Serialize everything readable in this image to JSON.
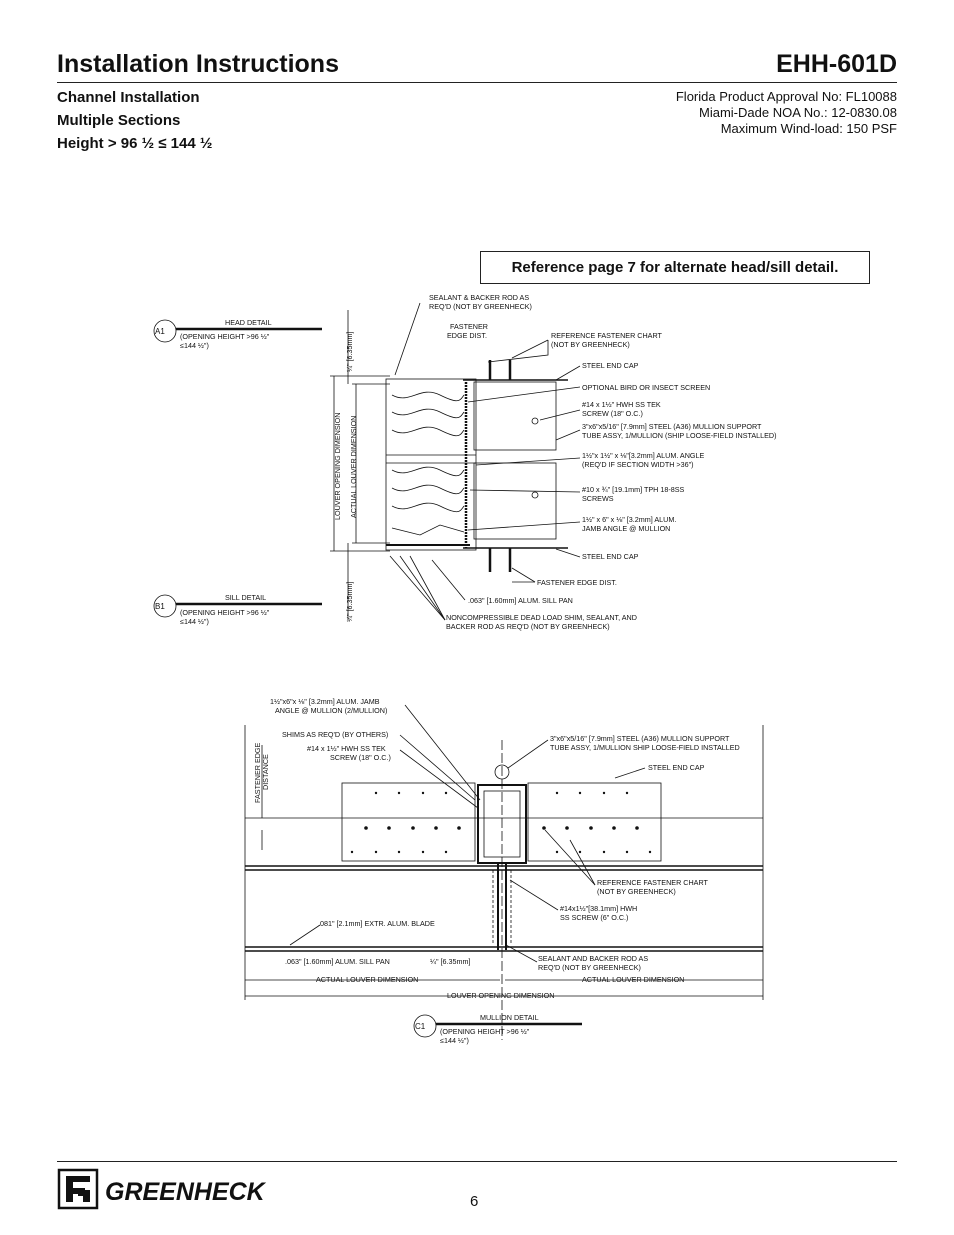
{
  "header": {
    "title": "Installation Instructions",
    "model": "EHH-601D",
    "subtitle_lines": [
      "Channel Installation",
      "Multiple Sections",
      "Height > 96 ½ ≤ 144 ½"
    ],
    "approvals": [
      "Florida Product Approval No: FL10088",
      "Miami-Dade NOA No.: 12-0830.08",
      "Maximum Wind-load: 150 PSF"
    ]
  },
  "reference_note": "Reference page 7 for alternate head/sill detail.",
  "detail_a": {
    "head_tag": "A1",
    "head_title": "HEAD DETAIL",
    "head_range_1": "(OPENING HEIGHT >96 ½\"",
    "head_range_2": "≤144 ½\")",
    "sill_tag": "B1",
    "sill_title": "SILL DETAIL",
    "sill_range_1": "(OPENING HEIGHT >96 ½\"",
    "sill_range_2": "≤144 ½\")",
    "dim_top": "¼\" [6.35mm]",
    "dim_bottom": "¼\" [6.35mm]",
    "louver_opening": "LOUVER OPENING DIMENSION",
    "actual_louver": "ACTUAL LOUVER DIMENSION",
    "callouts": [
      "SEALANT & BACKER ROD AS",
      "REQ'D (NOT BY GREENHECK)",
      "FASTENER",
      "EDGE DIST.",
      "REFERENCE FASTENER CHART",
      "(NOT BY GREENHECK)",
      "STEEL END CAP",
      "OPTIONAL BIRD OR INSECT SCREEN",
      "#14 x 1½\" HWH SS TEK",
      "SCREW (18\" O.C.)",
      "3\"x6\"x5/16\" [7.9mm] STEEL (A36) MULLION SUPPORT",
      "TUBE ASSY, 1/MULLION (SHIP LOOSE-FIELD INSTALLED)",
      "1½\"x 1½\" x ⅛\"[3.2mm] ALUM. ANGLE",
      "(REQ'D IF SECTION WIDTH >36\")",
      "#10 x ¾\" [19.1mm] TPH 18-8SS",
      "SCREWS",
      "1½\" x 6\" x ⅛\" [3.2mm] ALUM.",
      "JAMB ANGLE @ MULLION",
      "STEEL END CAP",
      "FASTENER EDGE DIST.",
      ".063\" [1.60mm] ALUM. SILL PAN",
      "NONCOMPRESSIBLE DEAD LOAD SHIM, SEALANT, AND",
      "BACKER ROD AS REQ'D (NOT BY GREENHECK)"
    ]
  },
  "detail_c": {
    "tag": "C1",
    "title": "MULLION DETAIL",
    "range_1": "(OPENING HEIGHT >96 ½\"",
    "range_2": "≤144 ½\")",
    "fastener_edge": "FASTENER EDGE",
    "distance": "DISTANCE",
    "callouts": [
      "1½\"x6\"x ⅛\" [3.2mm] ALUM. JAMB",
      "ANGLE @ MULLION (2/MULLION)",
      "SHIMS AS REQ'D (BY OTHERS)",
      "#14 x 1½\" HWH SS TEK",
      "SCREW (18\" O.C.)",
      "3\"x6\"x5/16\" [7.9mm] STEEL (A36) MULLION SUPPORT",
      "TUBE ASSY, 1/MULLION SHIP LOOSE-FIELD INSTALLED",
      "STEEL END CAP",
      "REFERENCE FASTENER CHART",
      "(NOT BY GREENHECK)",
      "#14x1½\"[38.1mm] HWH",
      "SS SCREW (6\" O.C.)",
      ".081\" [2.1mm] EXTR. ALUM. BLADE",
      ".063\" [1.60mm] ALUM. SILL PAN",
      "¼\" [6.35mm]",
      "SEALANT AND BACKER ROD AS",
      "REQ'D (NOT BY GREENHECK)",
      "ACTUAL LOUVER DIMENSION",
      "ACTUAL LOUVER DIMENSION",
      "LOUVER OPENING DIMENSION"
    ]
  },
  "footer": {
    "brand": "GREENHECK",
    "page_number": "6"
  }
}
